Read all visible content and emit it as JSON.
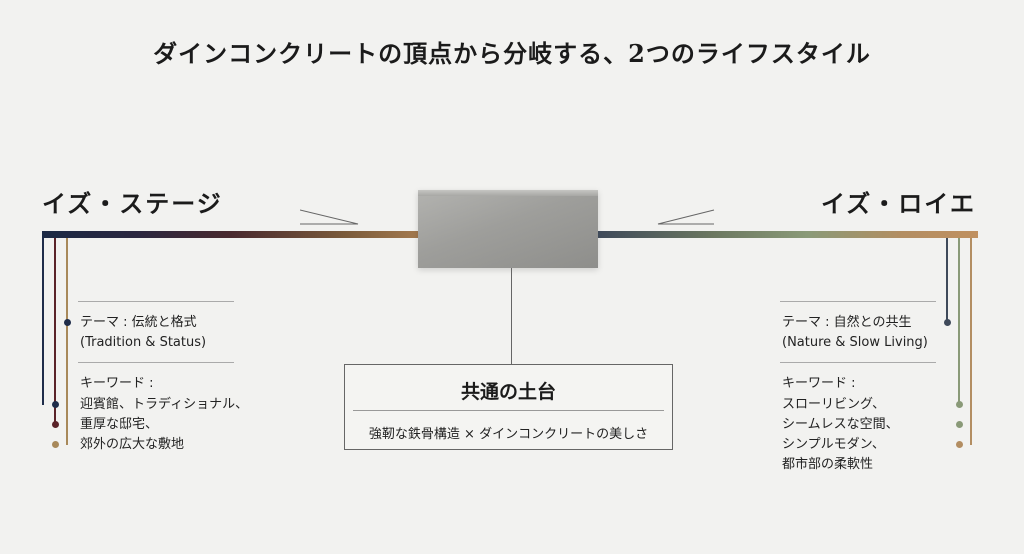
{
  "title": "ダインコンクリートの頂点から分岐する、2つのライフスタイル",
  "left": {
    "heading": "イズ・ステージ",
    "theme": "テーマ : 伝統と格式",
    "theme_en": "(Tradition & Status)",
    "keywords_label": "キーワード :",
    "keywords": [
      "迎賓館、トラディショナル、",
      "重厚な邸宅、",
      "郊外の広大な敷地"
    ],
    "colors": {
      "navy": "#1f2d4a",
      "burgundy": "#5a2328",
      "bronze": "#a8895a"
    }
  },
  "right": {
    "heading": "イズ・ロイエ",
    "theme": "テーマ : 自然との共生",
    "theme_en": "(Nature & Slow Living)",
    "keywords_label": "キーワード :",
    "keywords": [
      "スローリビング、",
      "シームレスな空間、",
      "シンプルモダン、",
      "都市部の柔軟性"
    ],
    "colors": {
      "slate": "#3f4a5a",
      "sage": "#8a9a78",
      "copper": "#b38e62"
    }
  },
  "center": {
    "title": "共通の土台",
    "subtitle": "強靭な鉄骨構造 × ダインコンクリートの美しさ"
  }
}
